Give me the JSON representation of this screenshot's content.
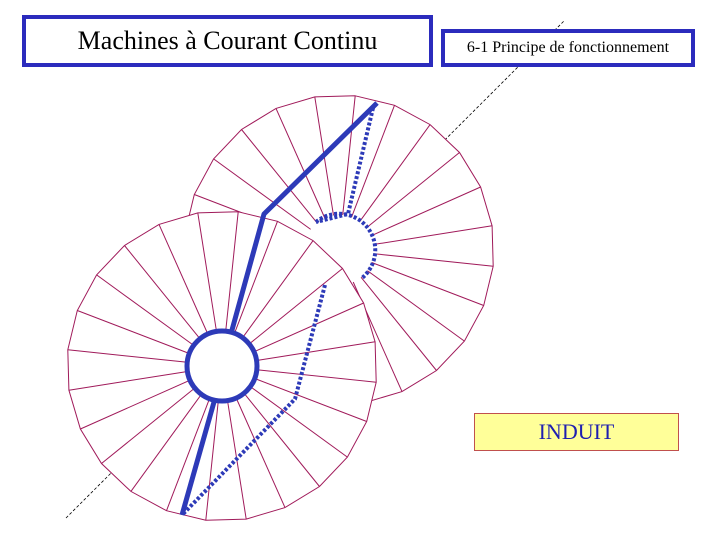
{
  "header": {
    "main_title": "Machines à Courant Continu",
    "section_title": "6-1 Principe de fonctionnement"
  },
  "diagram": {
    "label": "INDUIT",
    "colors": {
      "spoke": "#a01a5a",
      "winding": "#2d3ab8",
      "axis": "#000000",
      "label_fill": "#ffff99",
      "label_border": "#c0504d"
    }
  }
}
